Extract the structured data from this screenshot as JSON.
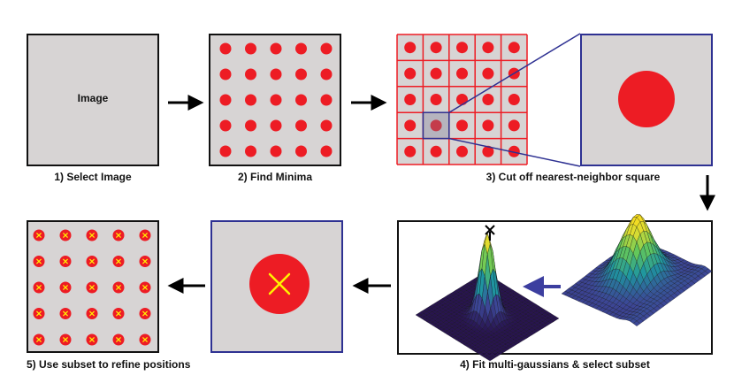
{
  "steps": {
    "select_image": {
      "label": "1) Select Image",
      "panel_text": "Image"
    },
    "find_minima": {
      "label": "2) Find Minima"
    },
    "cut_square": {
      "label": "3) Cut off nearest-neighbor square"
    },
    "fit_gaussians": {
      "label": "4) Fit multi-gaussians & select subset"
    },
    "refine": {
      "label": "5) Use subset to refine positions"
    }
  },
  "colors": {
    "panel_gray": "#d7d4d4",
    "spot_red": "#ed1c24",
    "frame_blue": "#2e3192",
    "marker_yellow": "#fff200",
    "arrow_black": "#000000",
    "arrow_blue": "#3c3e9f"
  }
}
